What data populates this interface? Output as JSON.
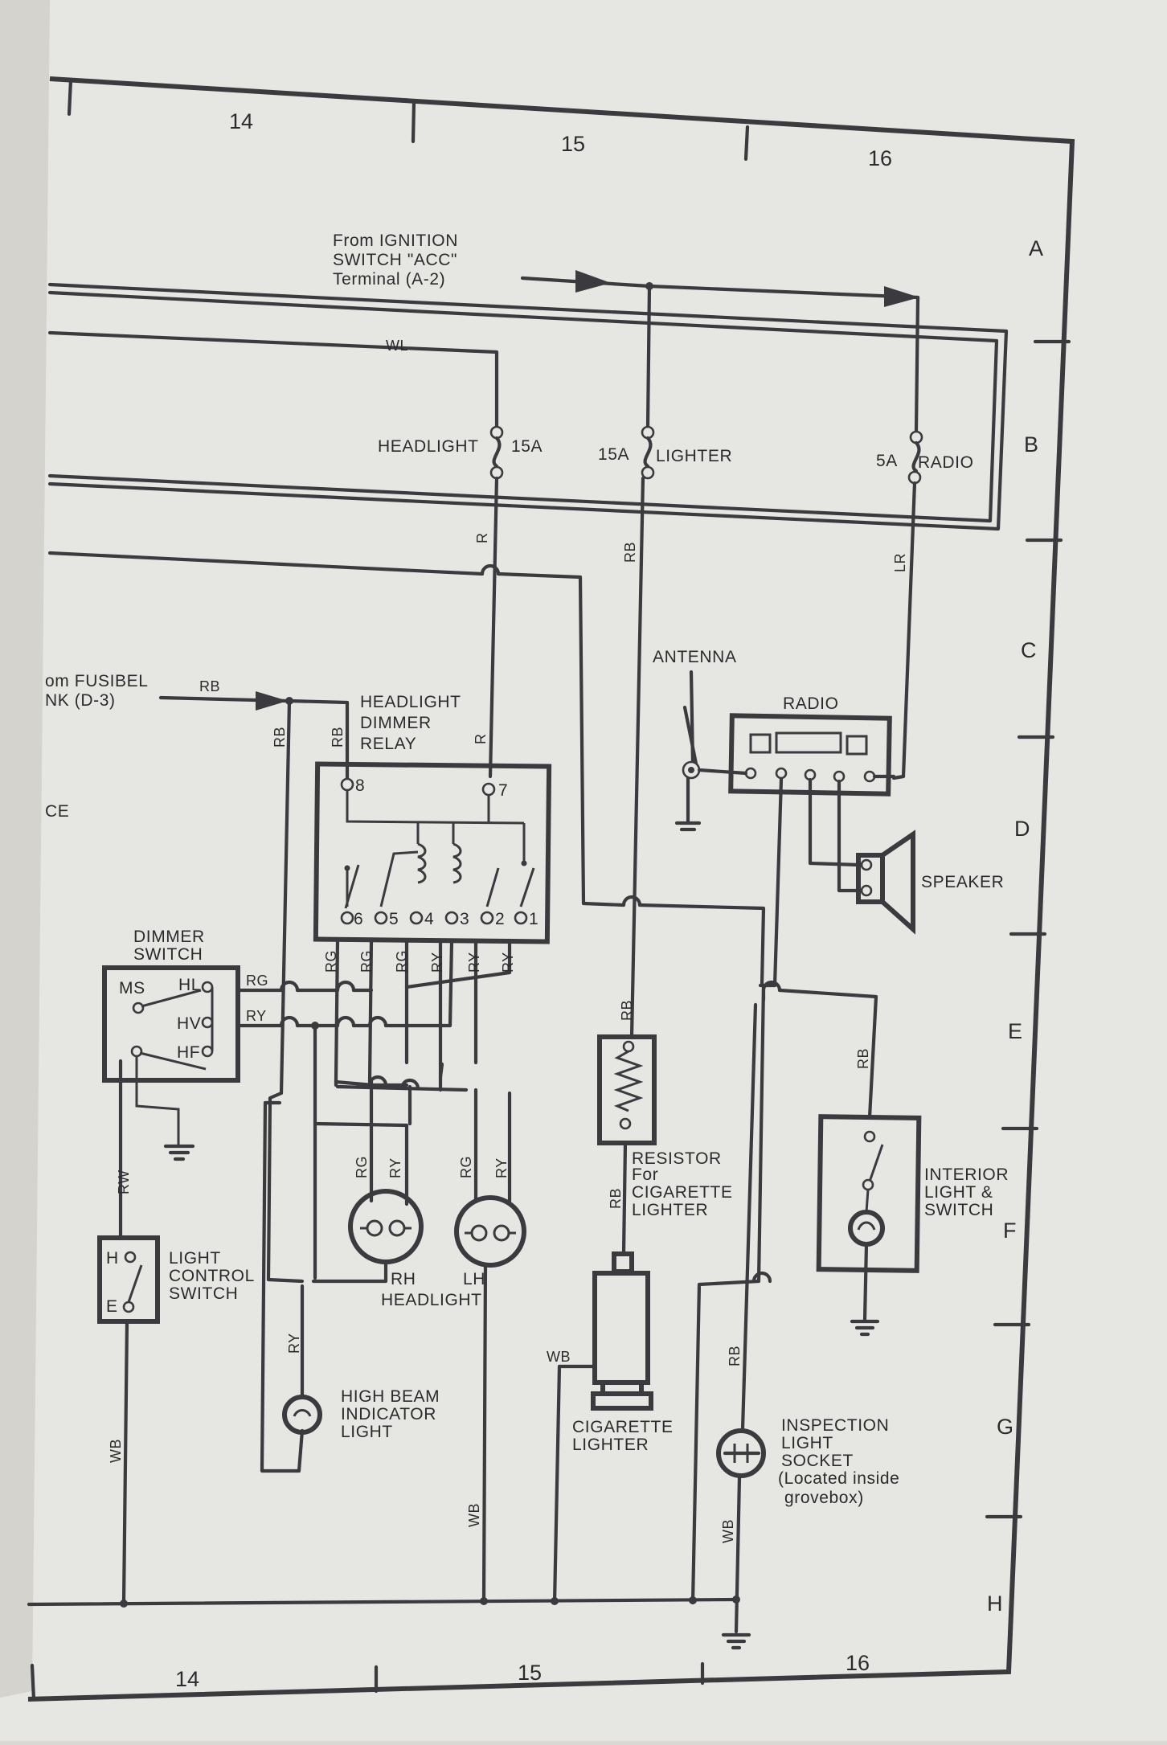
{
  "grid": {
    "columns": [
      "14",
      "15",
      "16"
    ],
    "rows": [
      "A",
      "B",
      "C",
      "D",
      "E",
      "F",
      "G",
      "H"
    ]
  },
  "labels": {
    "from_ignition_1": "From IGNITION",
    "from_ignition_2": "SWITCH \"ACC\"",
    "from_ignition_3": "Terminal (A-2)",
    "from_fusible_1": "om FUSIBEL",
    "from_fusible_2": "NK (D-3)",
    "ce_fragment": "CE",
    "headlight_fuse": "HEADLIGHT",
    "headlight_fuse_rating": "15A",
    "lighter_fuse_rating": "15A",
    "lighter_fuse": "LIGHTER",
    "radio_fuse_rating": "5A",
    "radio_fuse": "RADIO",
    "antenna": "ANTENNA",
    "radio": "RADIO",
    "speaker": "SPEAKER",
    "relay_1": "HEADLIGHT",
    "relay_2": "DIMMER",
    "relay_3": "RELAY",
    "dimmer_1": "DIMMER",
    "dimmer_2": "SWITCH",
    "light_ctrl_1": "LIGHT",
    "light_ctrl_2": "CONTROL",
    "light_ctrl_3": "SWITCH",
    "headlight_rh": "RH",
    "headlight_lh": "LH",
    "headlight": "HEADLIGHT",
    "high_beam_1": "HIGH BEAM",
    "high_beam_2": "INDICATOR",
    "high_beam_3": "LIGHT",
    "resistor_1": "RESISTOR",
    "resistor_2": "For",
    "resistor_3": "CIGARETTE",
    "resistor_4": "LIGHTER",
    "cig_1": "CIGARETTE",
    "cig_2": "LIGHTER",
    "interior_1": "INTERIOR",
    "interior_2": "LIGHT &",
    "interior_3": "SWITCH",
    "inspect_1": "INSPECTION",
    "inspect_2": "LIGHT",
    "inspect_3": "SOCKET",
    "inspect_4": "(Located inside",
    "inspect_5": "grovebox)"
  },
  "relay_terminals": [
    "8",
    "7",
    "6",
    "5",
    "4",
    "3",
    "2",
    "1"
  ],
  "dimmer_terminals": [
    "MS",
    "HL",
    "HV",
    "HF"
  ],
  "light_ctrl_terminals": [
    "H",
    "E"
  ],
  "wire_colors": {
    "wl": "WL",
    "r": "R",
    "rb": "RB",
    "lr": "LR",
    "rg": "RG",
    "ry": "RY",
    "rw": "RW",
    "wb": "WB"
  }
}
